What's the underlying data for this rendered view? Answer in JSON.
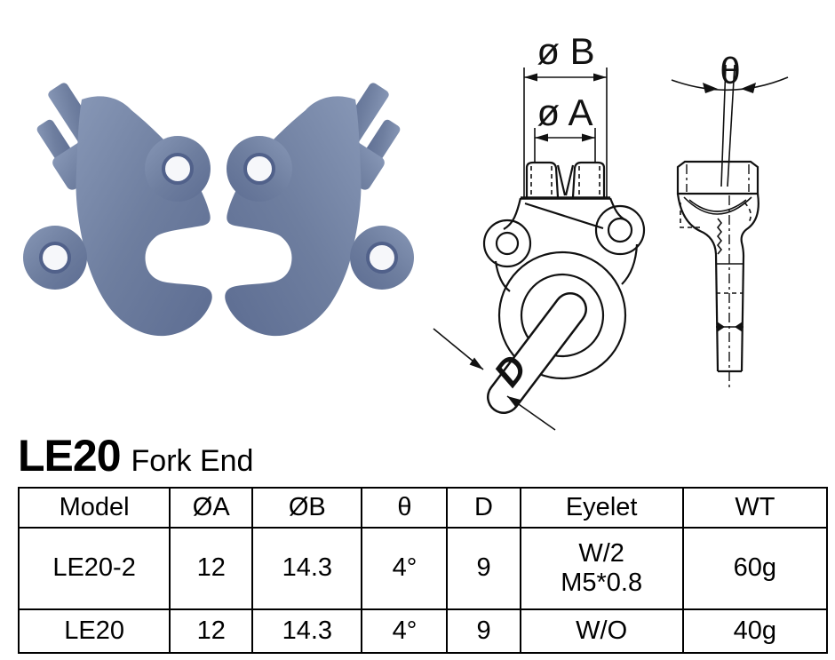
{
  "page": {
    "background": "#ffffff"
  },
  "product": {
    "code": "LE20",
    "name": "Fork End"
  },
  "photo": {
    "part_color": "#6e7e9f",
    "part_color_light": "#8797b6",
    "part_color_dark": "#5d6d92"
  },
  "drawing": {
    "label_dia_b": "ø B",
    "label_dia_a": "ø A",
    "label_theta": "θ",
    "label_d": "D",
    "line_color": "#111111"
  },
  "spec_table": {
    "headers": [
      "Model",
      "ØA",
      "ØB",
      "θ",
      "D",
      "Eyelet",
      "WT"
    ],
    "rows": [
      {
        "model": "LE20-2",
        "dia_a": "12",
        "dia_b": "14.3",
        "theta": "4°",
        "d": "9",
        "eyelet": "W/2\nM5*0.8",
        "wt": "60g"
      },
      {
        "model": "LE20",
        "dia_a": "12",
        "dia_b": "14.3",
        "theta": "4°",
        "d": "9",
        "eyelet": "W/O",
        "wt": "40g"
      }
    ]
  }
}
